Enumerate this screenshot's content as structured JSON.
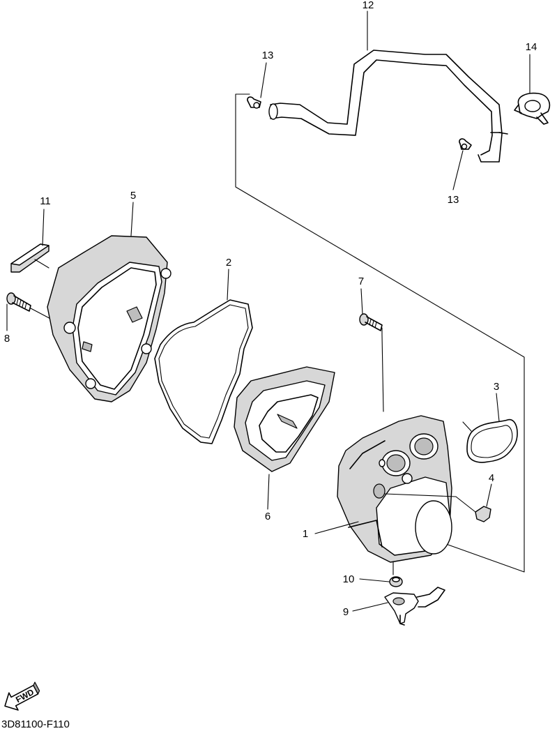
{
  "diagram_code": "3D81100-F110",
  "fwd_label": "FWD",
  "callouts": {
    "p1": "1",
    "p2": "2",
    "p3": "3",
    "p4": "4",
    "p5": "5",
    "p6": "6",
    "p7": "7",
    "p8": "8",
    "p9": "9",
    "p10": "10",
    "p11": "11",
    "p12": "12",
    "p13a": "13",
    "p13b": "13",
    "p14": "14"
  }
}
